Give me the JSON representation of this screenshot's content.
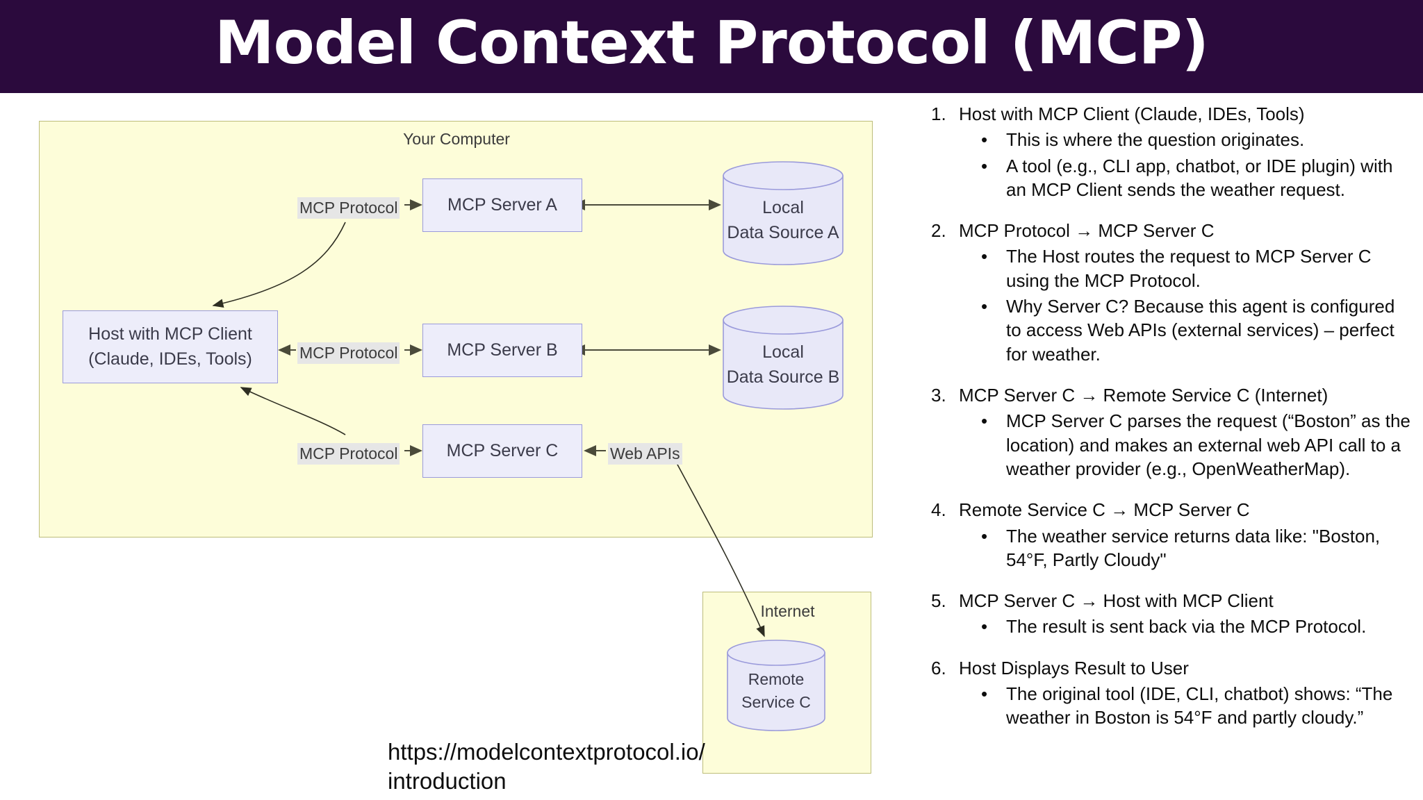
{
  "title": "Model Context Protocol (MCP)",
  "theme": {
    "title_bar_bg": "#2B0A3D",
    "title_color": "#FFFFFF",
    "region_bg": "#FDFDD9",
    "region_border": "#BDBD7A",
    "node_bg": "#EDEDFA",
    "node_border": "#9A9ADB",
    "edge_label_bg": "#E6E6E6",
    "text_color": "#3B3B4A",
    "arrow_color": "#4A4A3A"
  },
  "diagram": {
    "regions": {
      "computer_label": "Your Computer",
      "internet_label": "Internet"
    },
    "nodes": {
      "host_line1": "Host with MCP Client",
      "host_line2": "(Claude, IDEs, Tools)",
      "server_a": "MCP Server A",
      "server_b": "MCP Server B",
      "server_c": "MCP Server C",
      "data_source_a_line1": "Local",
      "data_source_a_line2": "Data Source A",
      "data_source_b_line1": "Local",
      "data_source_b_line2": "Data Source B",
      "remote_c_line1": "Remote",
      "remote_c_line2": "Service C"
    },
    "edge_labels": {
      "protocol_a": "MCP Protocol",
      "protocol_b": "MCP Protocol",
      "protocol_c": "MCP Protocol",
      "web_apis": "Web APIs"
    }
  },
  "steps": [
    {
      "num": "1.",
      "title": "Host with MCP Client (Claude, IDEs, Tools)",
      "bullets": [
        "This is where the question originates.",
        "A tool (e.g., CLI app, chatbot, or IDE plugin) with an MCP Client sends the weather request."
      ]
    },
    {
      "num": "2.",
      "title": "MCP Protocol → MCP Server C",
      "bullets": [
        "The Host routes the request to MCP Server C using the MCP Protocol.",
        "Why Server C? Because this agent is configured to access Web APIs (external services) – perfect for weather."
      ]
    },
    {
      "num": "3.",
      "title": "MCP Server C → Remote Service C (Internet)",
      "bullets": [
        "MCP Server C parses the request (“Boston” as the location) and makes an external web API call to a weather provider (e.g., OpenWeatherMap)."
      ]
    },
    {
      "num": "4.",
      "title": "Remote Service C → MCP Server C",
      "bullets": [
        "The weather service returns data like: \"Boston, 54°F, Partly Cloudy\""
      ]
    },
    {
      "num": "5.",
      "title": "MCP Server C → Host with MCP Client",
      "bullets": [
        "The result is sent back via the MCP Protocol."
      ]
    },
    {
      "num": "6.",
      "title": "Host Displays Result to User",
      "bullets": [
        "The original tool (IDE, CLI, chatbot) shows: “The weather in Boston is 54°F and partly cloudy.”"
      ]
    }
  ],
  "footer": {
    "url_line1": "https://modelcontextprotocol.io/",
    "url_line2": "introduction"
  },
  "bullet_glyph": "•"
}
